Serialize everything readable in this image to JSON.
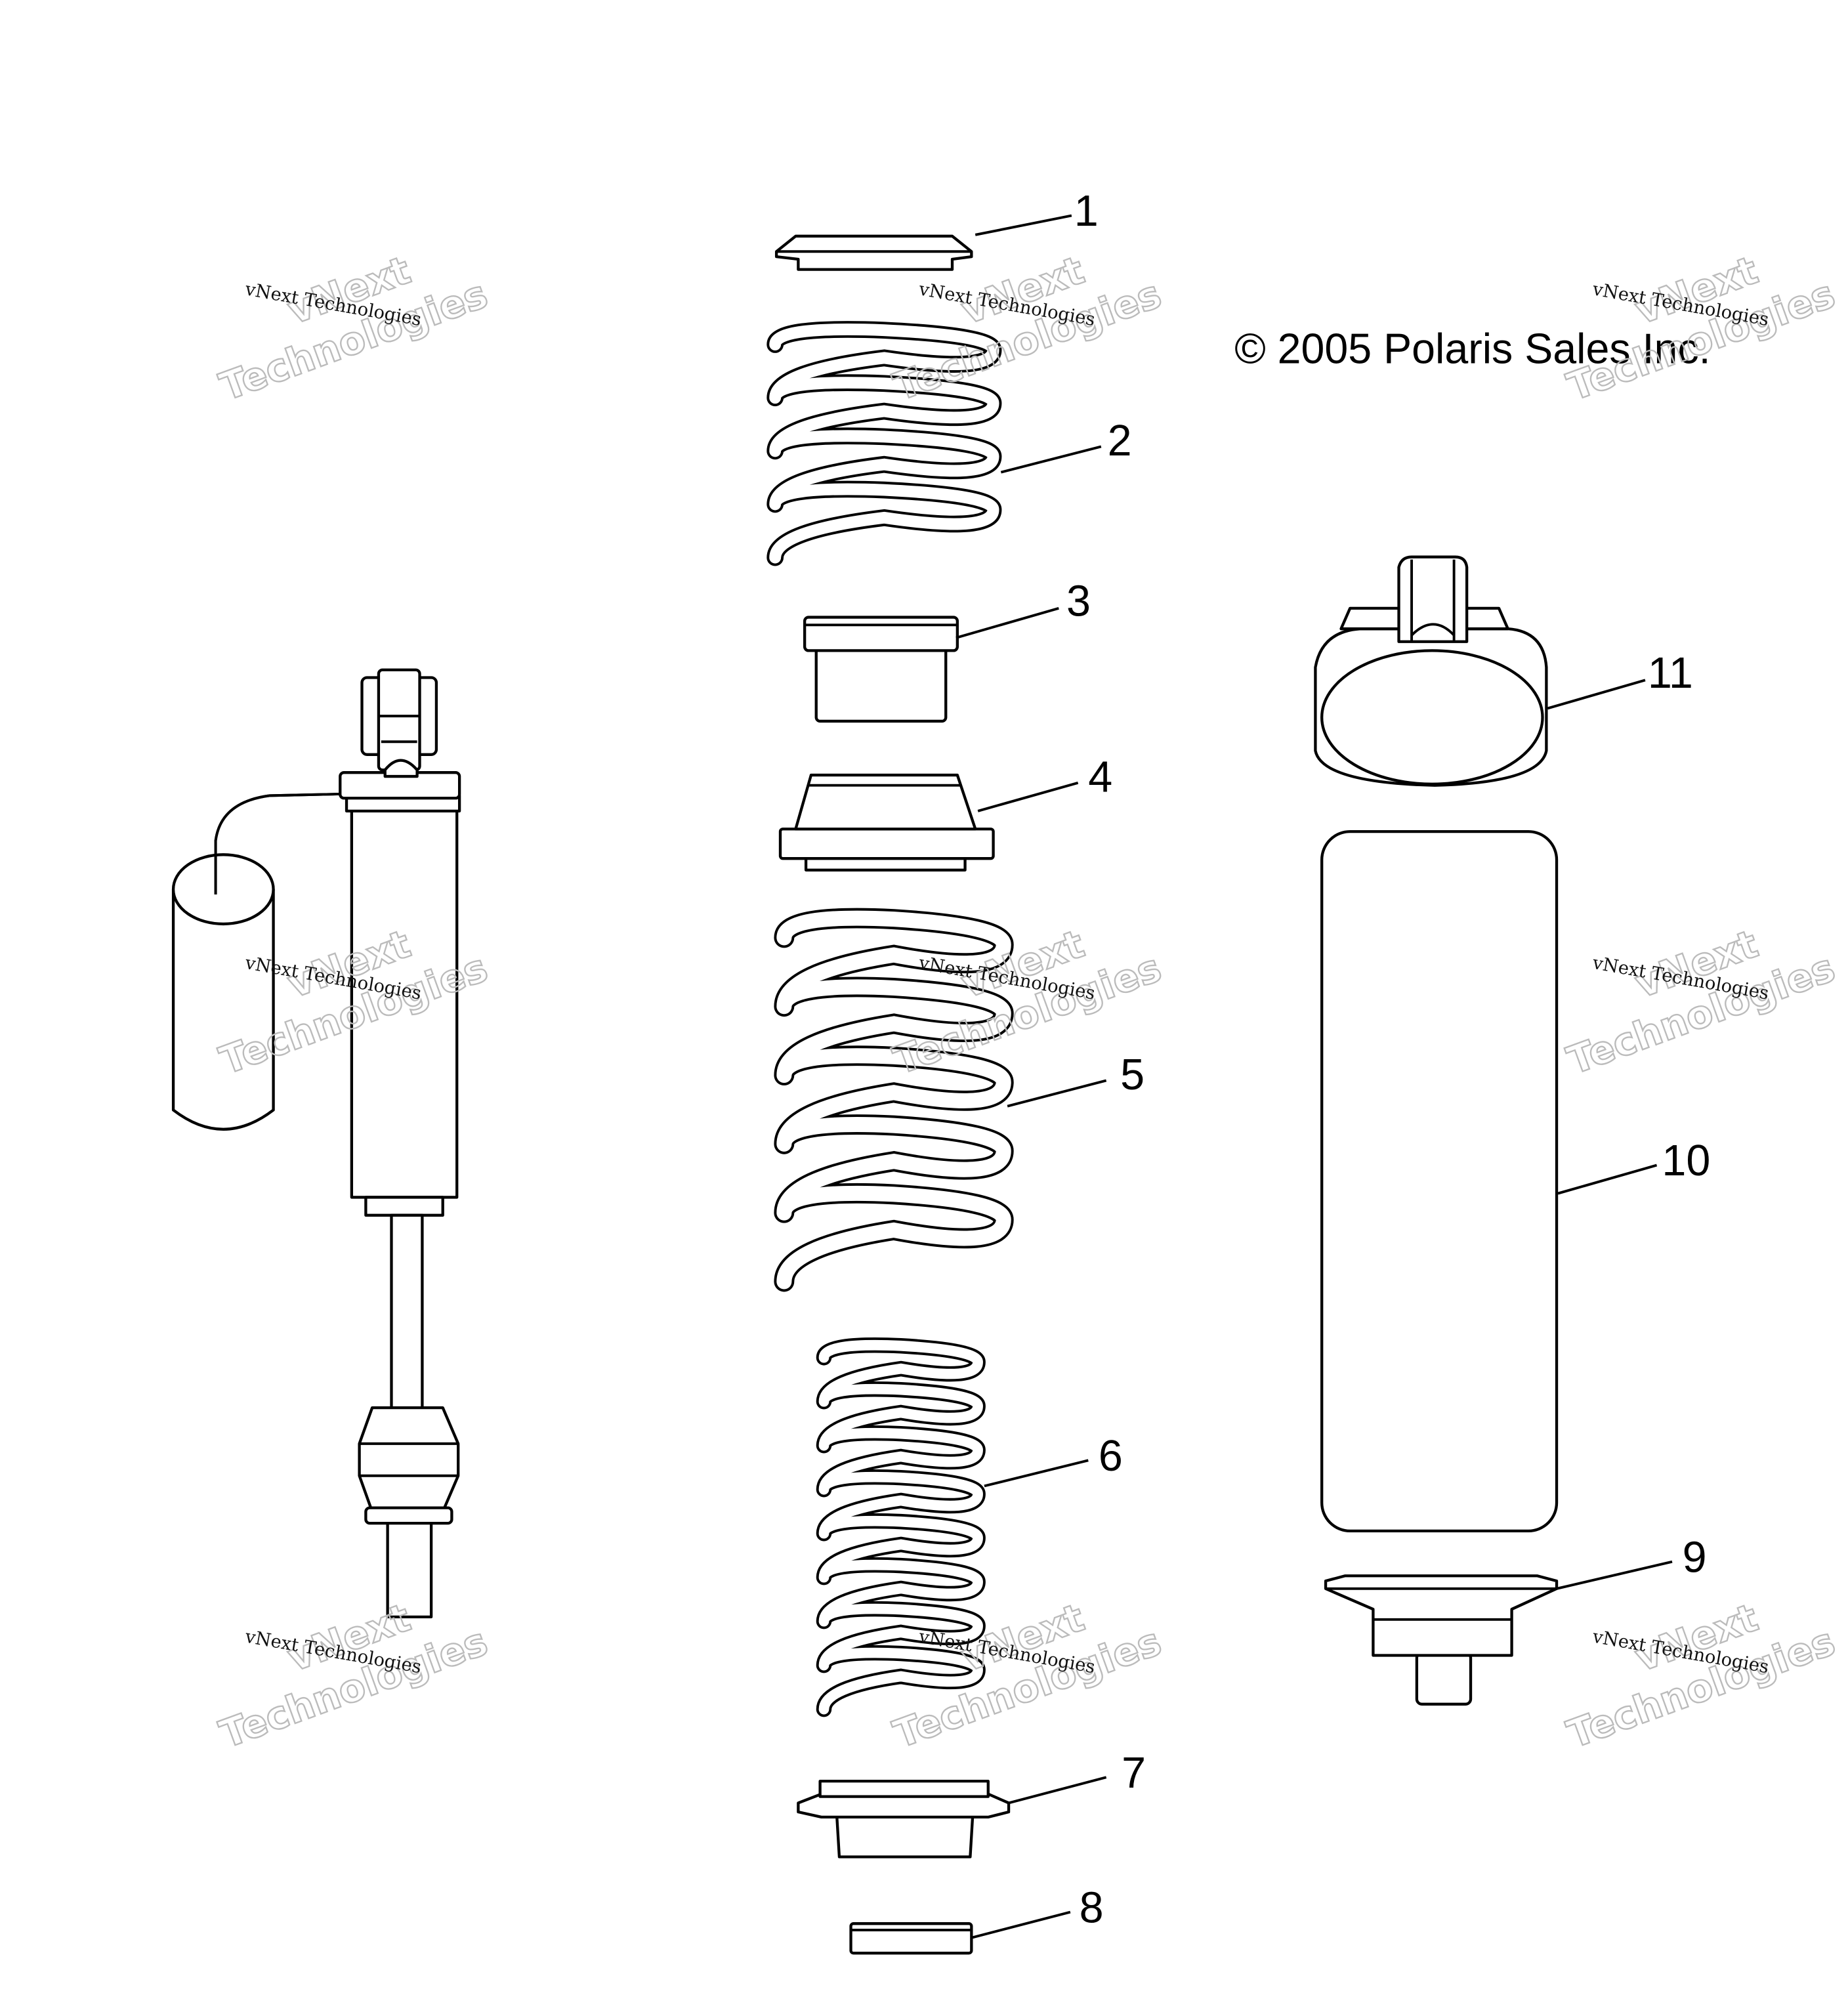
{
  "diagram": {
    "copyright": "© 2005 Polaris Sales Inc.",
    "callouts": [
      {
        "label": "1"
      },
      {
        "label": "2"
      },
      {
        "label": "3"
      },
      {
        "label": "4"
      },
      {
        "label": "5"
      },
      {
        "label": "6"
      },
      {
        "label": "7"
      },
      {
        "label": "8"
      },
      {
        "label": "9"
      },
      {
        "label": "10"
      },
      {
        "label": "11"
      }
    ],
    "watermark": {
      "small_text": "vNext Technologies",
      "big_line1": "vNext",
      "big_line2": "Technologies"
    },
    "colors": {
      "line": "#000000",
      "watermark": "#bbbbbb",
      "background": "#ffffff"
    }
  }
}
